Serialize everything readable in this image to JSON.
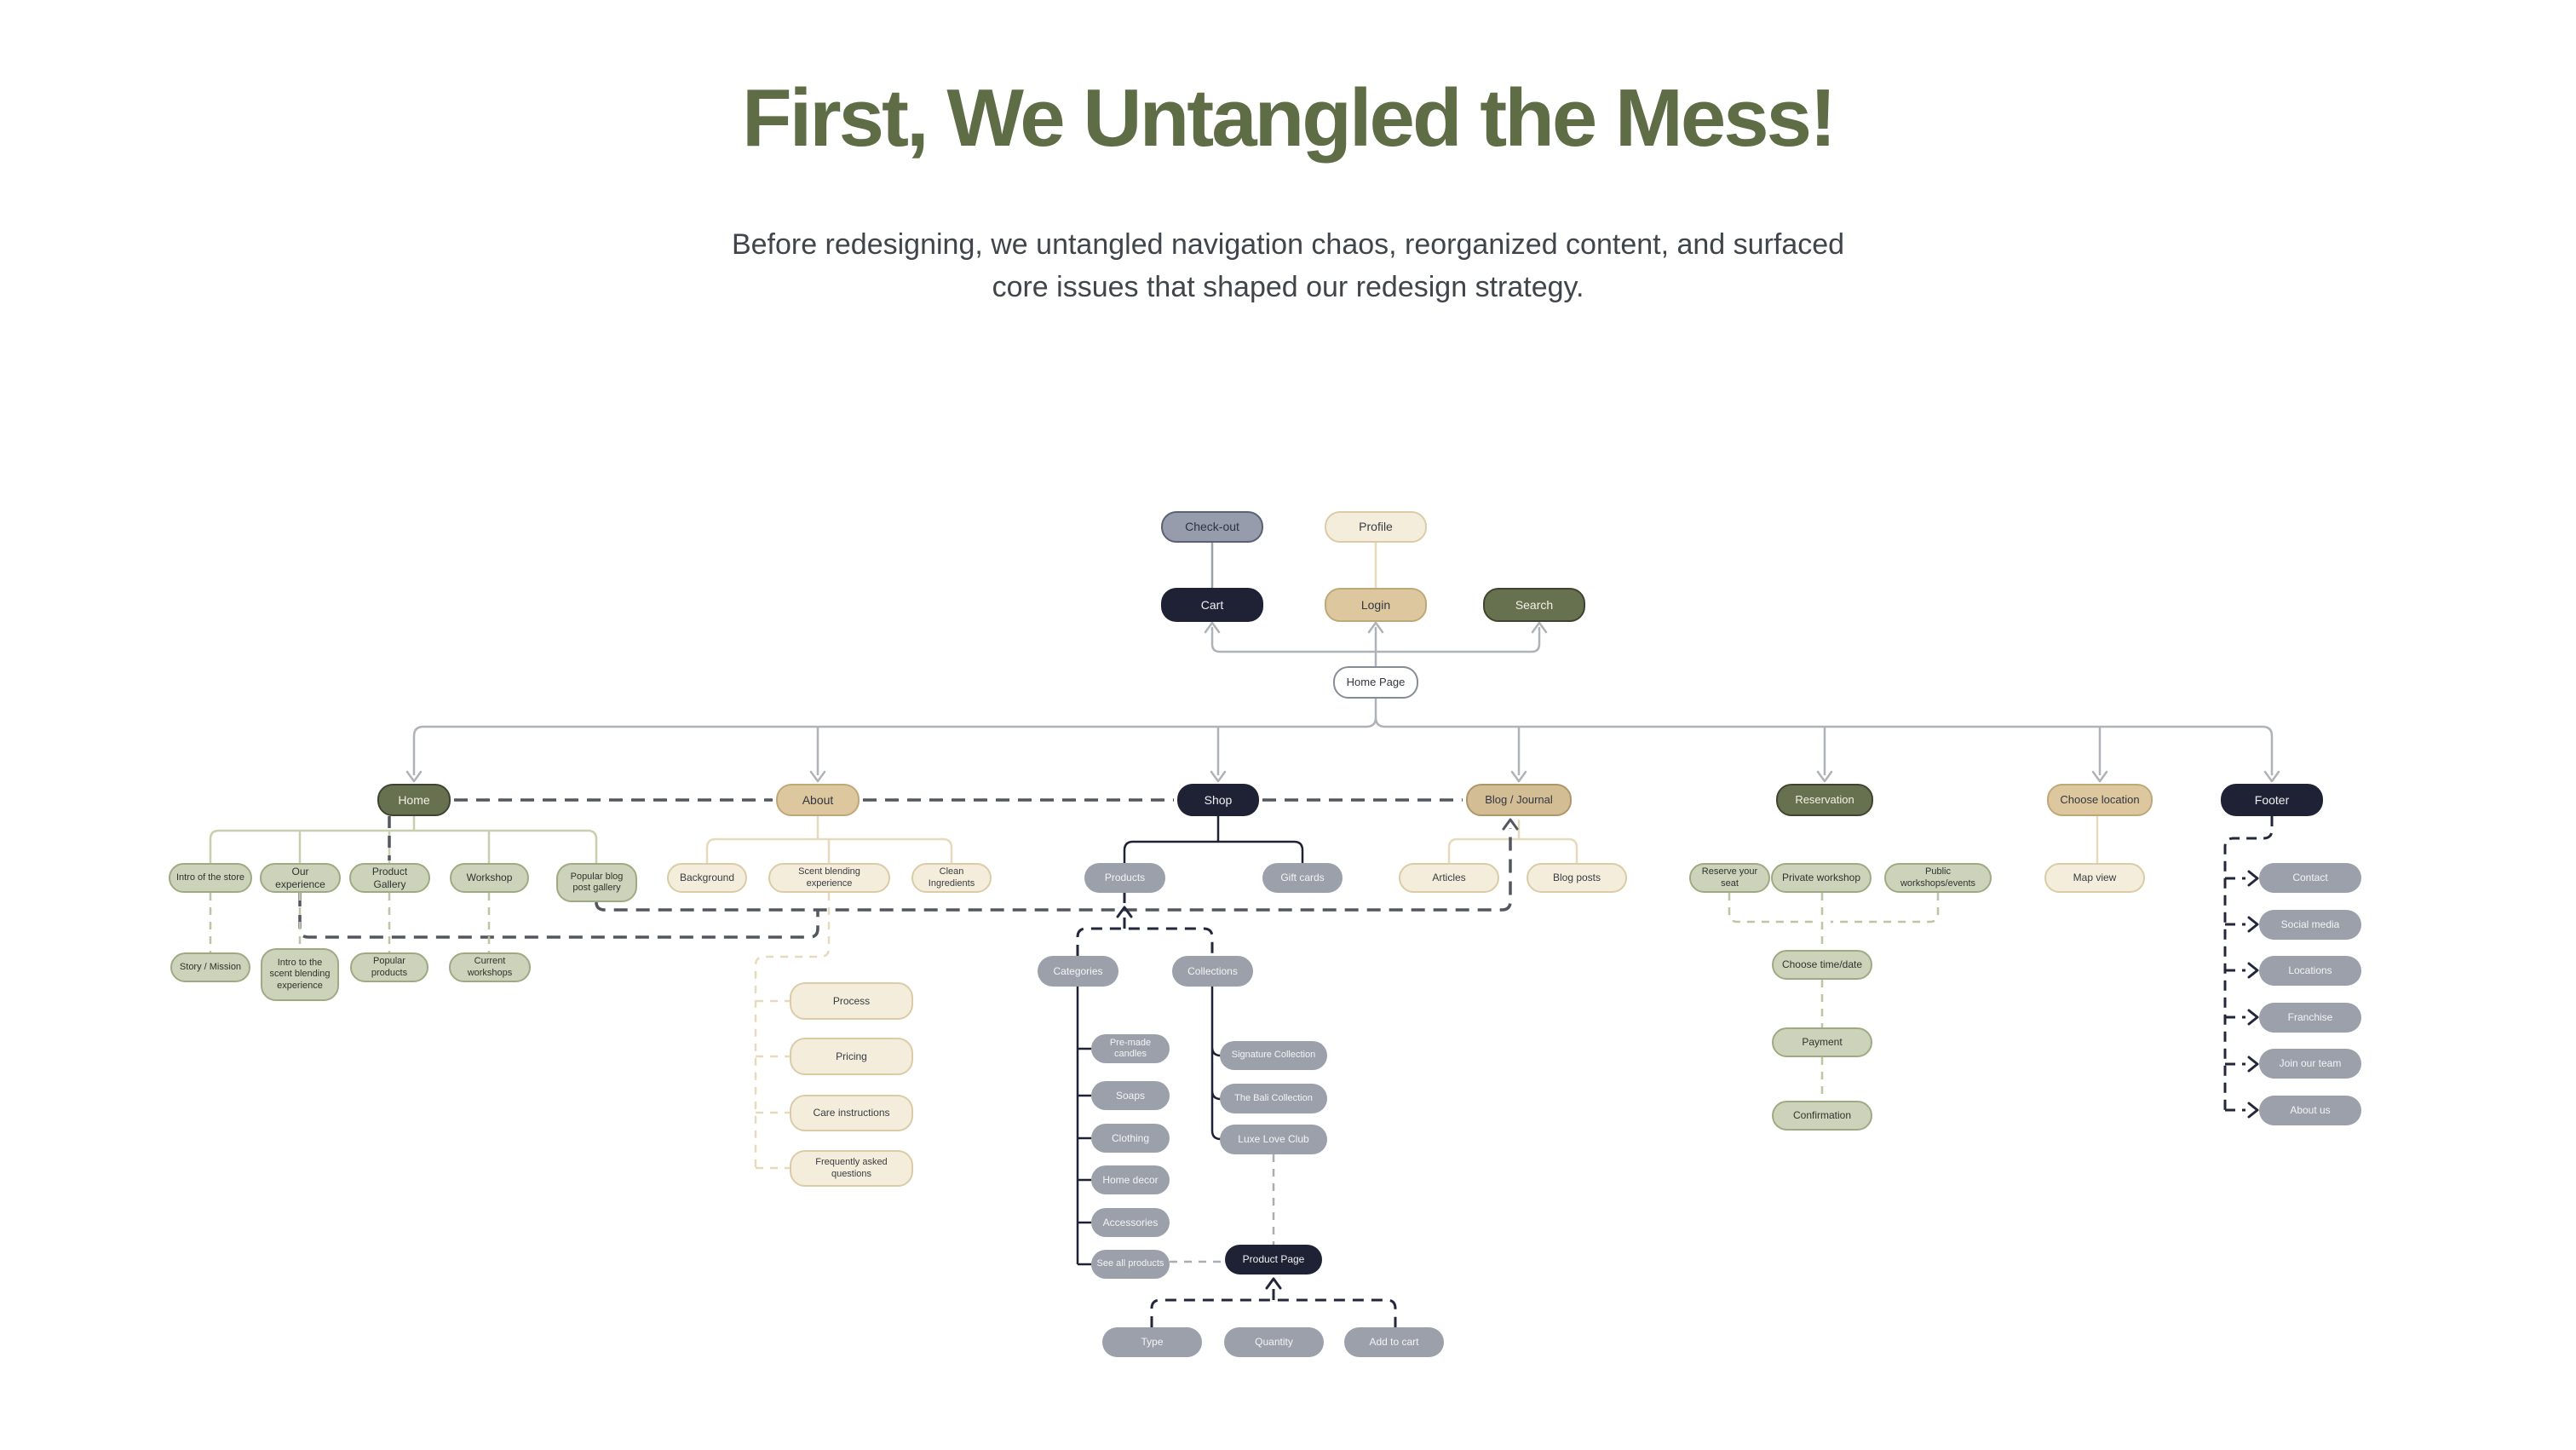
{
  "header": {
    "title": "First, We Untangled the Mess!",
    "subtitle_line1": "Before redesigning, we untangled navigation chaos, reorganized content, and surfaced",
    "subtitle_line2": "core issues that shaped our redesign strategy."
  },
  "palette": {
    "title_green": "#5E6D45",
    "olive_node": "#68714F",
    "tan_node": "#DDC79F",
    "cream_node": "#F4EDDC",
    "sage_node": "#CCD3BA",
    "gray_node": "#9BA0AB",
    "navy_node": "#1E2234",
    "trunk_line": "#AFB2B9",
    "mess_dash": "#52565E"
  },
  "sitemap": {
    "nodes": {
      "checkout": {
        "label": "Check-out"
      },
      "profile": {
        "label": "Profile"
      },
      "cart": {
        "label": "Cart"
      },
      "login": {
        "label": "Login"
      },
      "search": {
        "label": "Search"
      },
      "homepage": {
        "label": "Home Page"
      },
      "home": {
        "label": "Home"
      },
      "about": {
        "label": "About"
      },
      "shop": {
        "label": "Shop"
      },
      "blogjournal": {
        "label": "Blog / Journal"
      },
      "reservation": {
        "label": "Reservation"
      },
      "chooselocation": {
        "label": "Choose location"
      },
      "footer": {
        "label": "Footer"
      },
      "introstore": {
        "label": "Intro of the store"
      },
      "ourexperience": {
        "label": "Our experience"
      },
      "productgallery": {
        "label": "Product Gallery"
      },
      "workshop": {
        "label": "Workshop"
      },
      "popularblog": {
        "label": "Popular blog post gallery"
      },
      "storymission": {
        "label": "Story / Mission"
      },
      "introscent": {
        "label": "Intro to the scent blending experience"
      },
      "popularproducts": {
        "label": "Popular products"
      },
      "currentworkshops": {
        "label": "Current workshops"
      },
      "background": {
        "label": "Background"
      },
      "scentblending": {
        "label": "Scent blending experience"
      },
      "cleaningredients": {
        "label": "Clean Ingredients"
      },
      "process": {
        "label": "Process"
      },
      "pricing": {
        "label": "Pricing"
      },
      "careinstructions": {
        "label": "Care instructions"
      },
      "faq": {
        "label": "Frequently asked questions"
      },
      "products": {
        "label": "Products"
      },
      "giftcards": {
        "label": "Gift cards"
      },
      "categories": {
        "label": "Categories"
      },
      "collections": {
        "label": "Collections"
      },
      "premade": {
        "label": "Pre-made candles"
      },
      "soaps": {
        "label": "Soaps"
      },
      "clothing": {
        "label": "Clothing"
      },
      "homedecor": {
        "label": "Home decor"
      },
      "accessories": {
        "label": "Accessories"
      },
      "seeall": {
        "label": "See all products"
      },
      "signature": {
        "label": "Signature Collection"
      },
      "bali": {
        "label": "The Bali Collection"
      },
      "luxe": {
        "label": "Luxe Love Club"
      },
      "productpage": {
        "label": "Product Page"
      },
      "type": {
        "label": "Type"
      },
      "quantity": {
        "label": "Quantity"
      },
      "addtocart": {
        "label": "Add to cart"
      },
      "articles": {
        "label": "Articles"
      },
      "blogposts": {
        "label": "Blog posts"
      },
      "reserveseat": {
        "label": "Reserve your seat"
      },
      "privateworkshop": {
        "label": "Private workshop"
      },
      "publicworkshops": {
        "label": "Public workshops/events"
      },
      "choosetime": {
        "label": "Choose time/date"
      },
      "payment": {
        "label": "Payment"
      },
      "confirmation": {
        "label": "Confirmation"
      },
      "mapview": {
        "label": "Map view"
      },
      "contact": {
        "label": "Contact"
      },
      "socialmedia": {
        "label": "Social media"
      },
      "locations": {
        "label": "Locations"
      },
      "franchise": {
        "label": "Franchise"
      },
      "joinourteam": {
        "label": "Join our team"
      },
      "aboutus": {
        "label": "About us"
      }
    }
  }
}
